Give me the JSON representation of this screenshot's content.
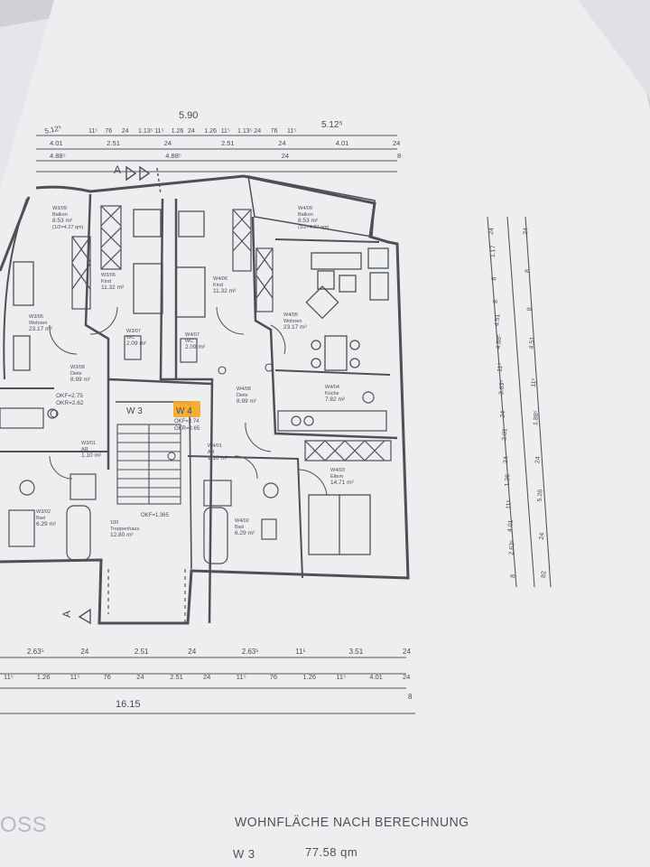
{
  "dimensions": {
    "top_total": "5.90",
    "top_right": "5.12⁵",
    "top_left": "5.12⁵",
    "top_row1": [
      "11⁵",
      "76",
      "24",
      "1.13⁵",
      "11⁵",
      "1.26",
      "24",
      "1.26",
      "11⁵",
      "1.13⁵",
      "24",
      "76",
      "11⁵"
    ],
    "top_row2": [
      "4.01",
      "2.51",
      "24",
      "2.51",
      "24",
      "4.01",
      "24"
    ],
    "top_row3": [
      "4.88⁵",
      "4.88⁵",
      "24",
      "8"
    ],
    "bottom_row1": [
      "2.63⁵",
      "24",
      "2.51",
      "24",
      "2.63⁵",
      "11⁵",
      "3.51",
      "24"
    ],
    "bottom_row2": [
      "11⁵",
      "1.26",
      "11⁵",
      "76",
      "24",
      "2.51",
      "24",
      "11⁵",
      "76",
      "1.26",
      "11⁵",
      "4.01",
      "24"
    ],
    "bottom_total": "16.15",
    "bottom_end": "8",
    "side_row1": [
      "24",
      "1.17",
      "8",
      "8",
      "4.51",
      "4.88⁵",
      "11⁵",
      "3.63⁵",
      "24",
      "2.01",
      "24",
      "1.26",
      "11⁵",
      "4.01",
      "2.63⁵",
      "8"
    ],
    "side_row2": [
      "24",
      "8",
      "8",
      "4.51",
      "11⁵",
      "1.88⁵",
      "24",
      "5.26",
      "24",
      "82"
    ]
  },
  "rooms": [
    {
      "code": "W3/09",
      "name": "Balkon",
      "area": "8.53 m²",
      "extra": "(1/2=4.27 qm)"
    },
    {
      "code": "W4/09",
      "name": "Balkon",
      "area": "8.53 m²",
      "extra": "(1/2=4.27 qm)"
    },
    {
      "code": "W3/06",
      "name": "Kind",
      "area": "11.32 m²"
    },
    {
      "code": "W4/06",
      "name": "Kind",
      "area": "11.32 m²"
    },
    {
      "code": "W3/05",
      "name": "Wohnen",
      "area": "23.17 m²"
    },
    {
      "code": "W4/05",
      "name": "Wohnen",
      "area": "23.17 m²"
    },
    {
      "code": "W3/07",
      "name": "WC",
      "area": "2.09 m²"
    },
    {
      "code": "W4/07",
      "name": "WC",
      "area": "2.09 m²"
    },
    {
      "code": "W3/08",
      "name": "Diele",
      "area": "8.99 m²"
    },
    {
      "code": "W4/08",
      "name": "Diele",
      "area": "8.99 m²"
    },
    {
      "code": "W4/04",
      "name": "Küche",
      "area": "7.82 m²"
    },
    {
      "code": "W3/01",
      "name": "AR",
      "area": "1.10 m²"
    },
    {
      "code": "W4/01",
      "name": "AR",
      "area": "1.10 m²"
    },
    {
      "code": "W3/02",
      "name": "Bad",
      "area": "6.29 m²"
    },
    {
      "code": "W4/02",
      "name": "Bad",
      "area": "6.29 m²"
    },
    {
      "code": "W4/03",
      "name": "Eltern",
      "area": "14.71 m²"
    },
    {
      "code": "100",
      "name": "Treppenhaus",
      "area": "12.80 m²"
    }
  ],
  "level_notes": {
    "w3_okf": "OKF=2.75",
    "w3_okr": "OKR=2.62",
    "w4_okf": "OKF=2.74",
    "w4_okr": "OKR=2.65",
    "stair_okf": "OKF=1.365"
  },
  "unit_labels": {
    "w3": "W 3",
    "w4": "W 4"
  },
  "section_marks": {
    "top": "A",
    "bottom": "A"
  },
  "corner_text": "OSS",
  "caption": {
    "heading": "WOHNFLÄCHE NACH BERECHNUNG",
    "unit": "W 3",
    "area": "77.58 qm"
  },
  "colors": {
    "paper": "#eceef0",
    "highlight": "#f5a623",
    "lines": "#55575c"
  }
}
